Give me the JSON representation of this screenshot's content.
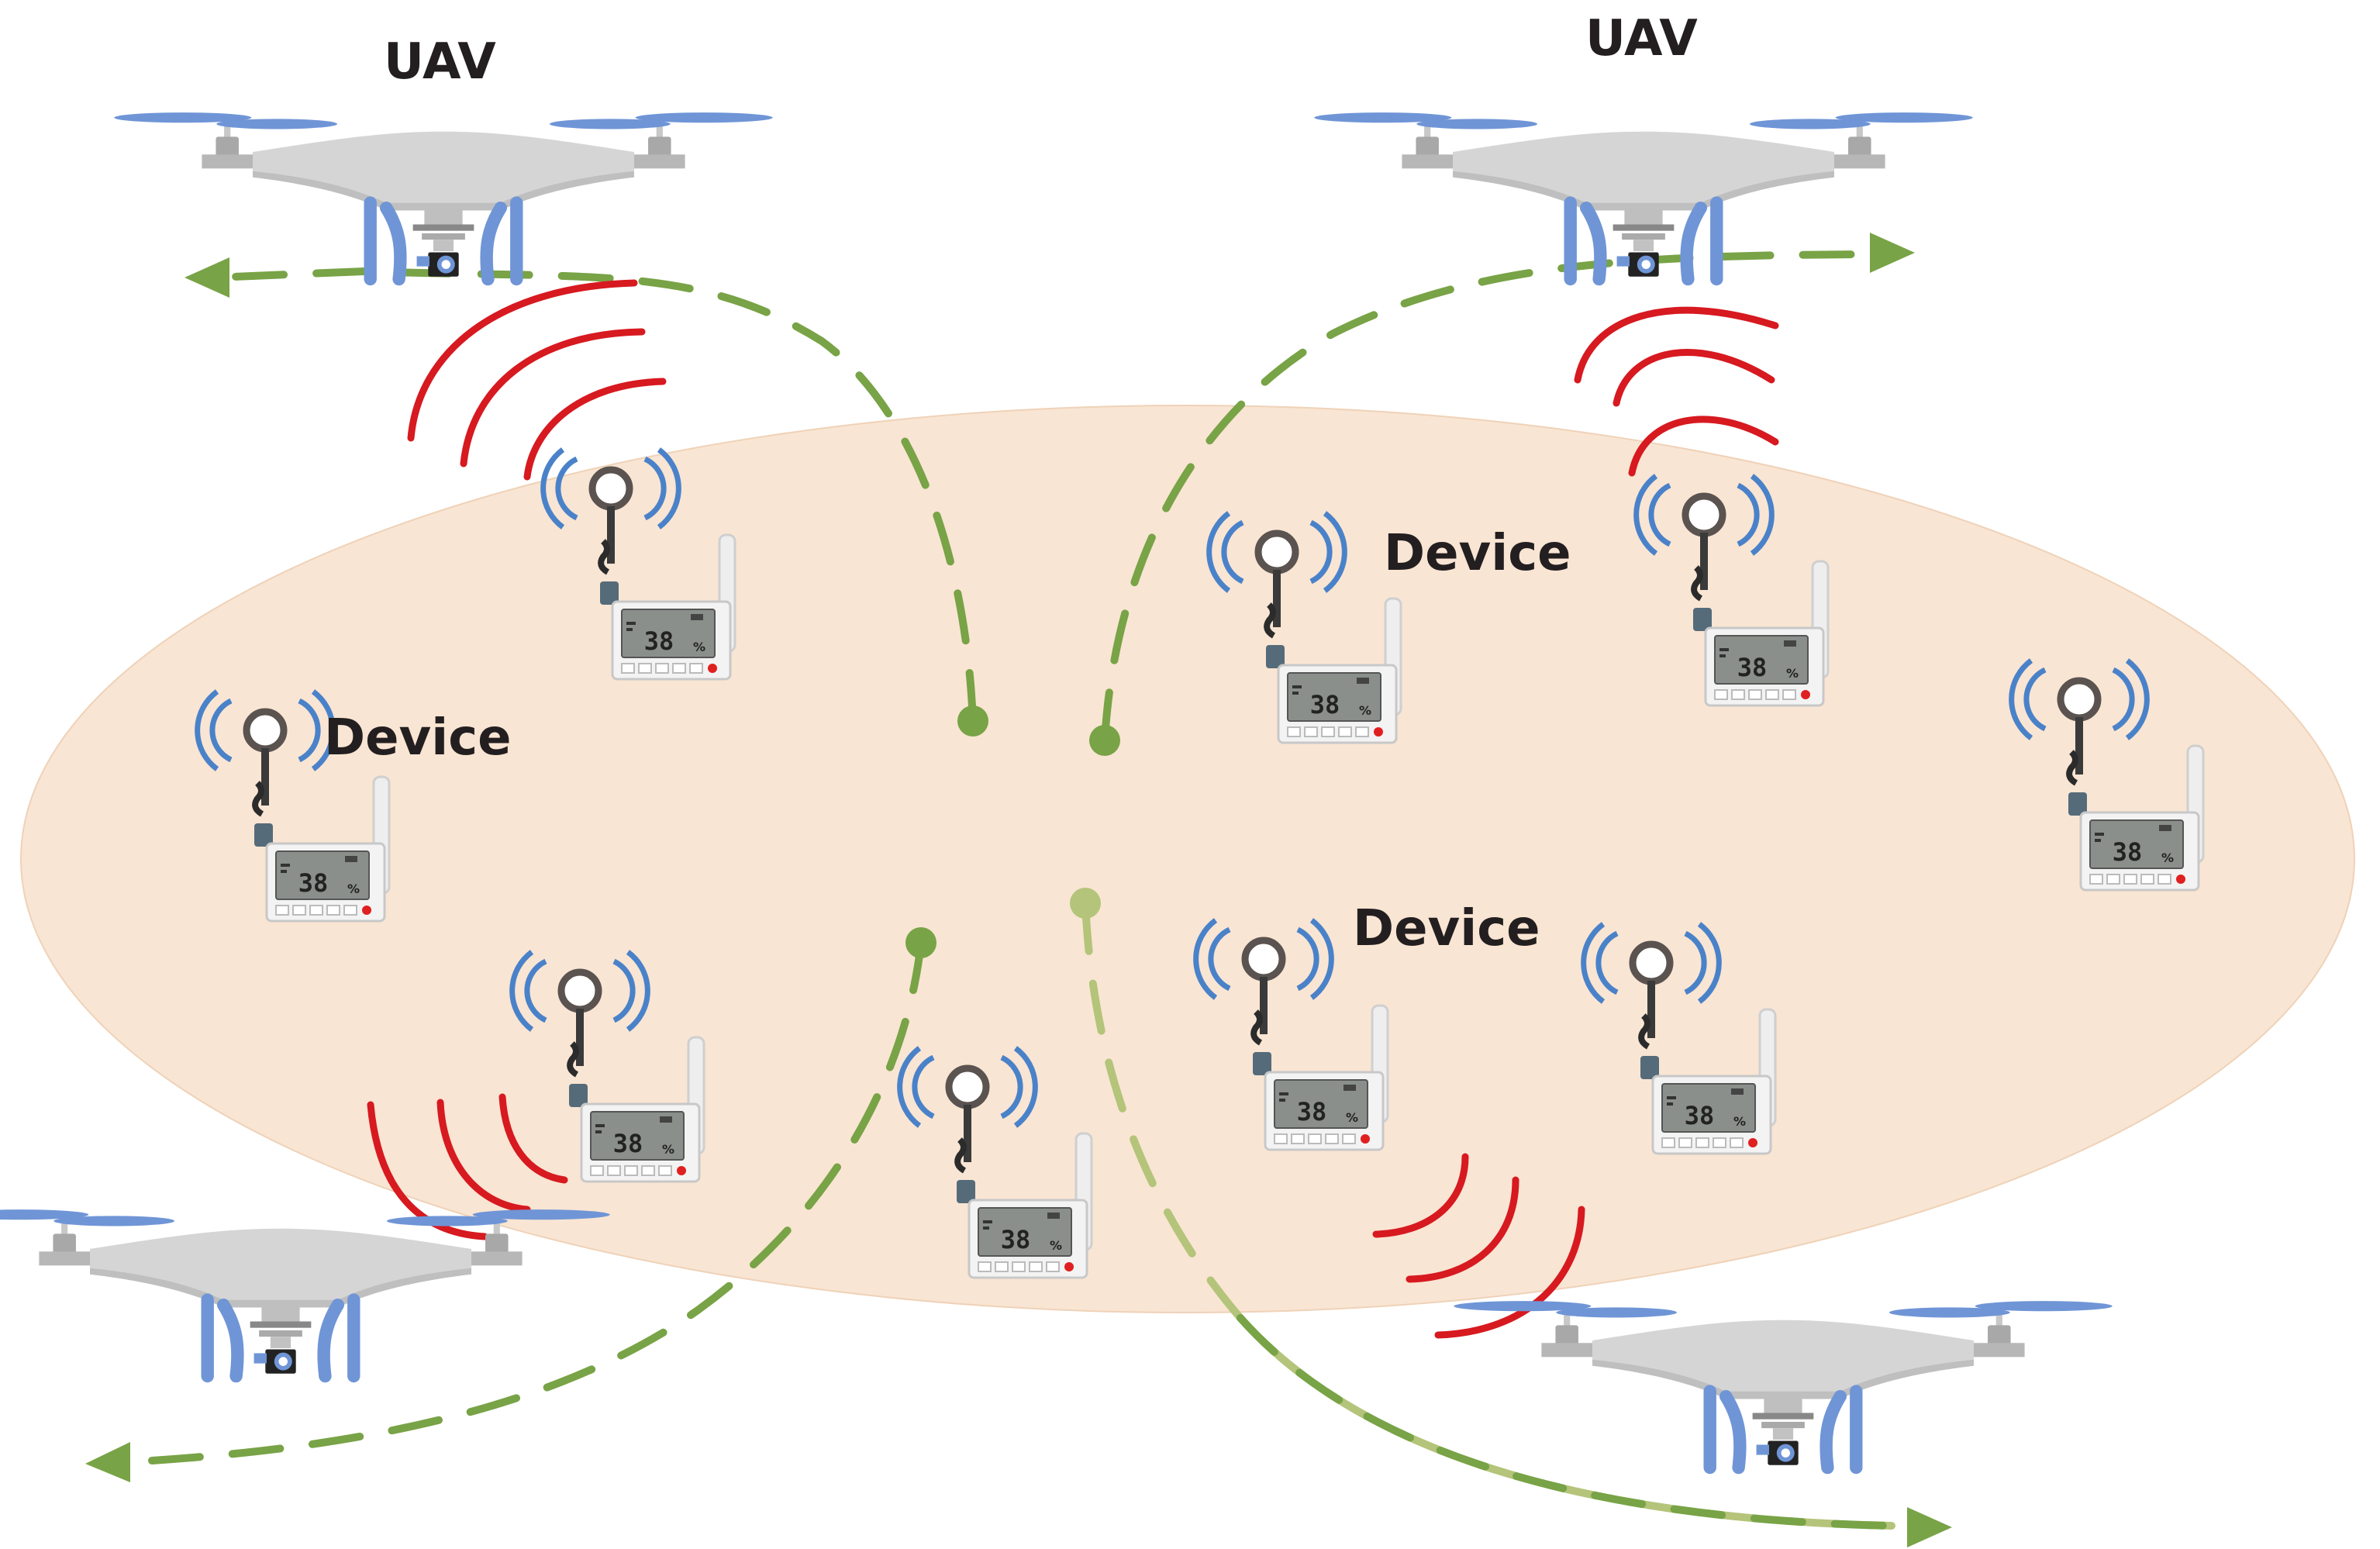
{
  "labels": {
    "uav_left": "UAV",
    "uav_right": "UAV",
    "device_left": "Device",
    "device_top": "Device",
    "device_middle": "Device"
  },
  "device_display": "38",
  "device_unit": "%",
  "colors": {
    "area": "#f9e5d3",
    "trajectory": "#78a346",
    "trajectory_faded": "#b4c47a",
    "uav_signal": "#d71920",
    "device_signal": "#4a82c9",
    "drone_body": "#d5d5d5",
    "drone_legs": "#6f95d6",
    "propeller": "#6f95d6"
  },
  "icons": {
    "uav": "drone-icon",
    "device": "iot-sensor-icon",
    "signal": "wireless-signal-icon"
  }
}
